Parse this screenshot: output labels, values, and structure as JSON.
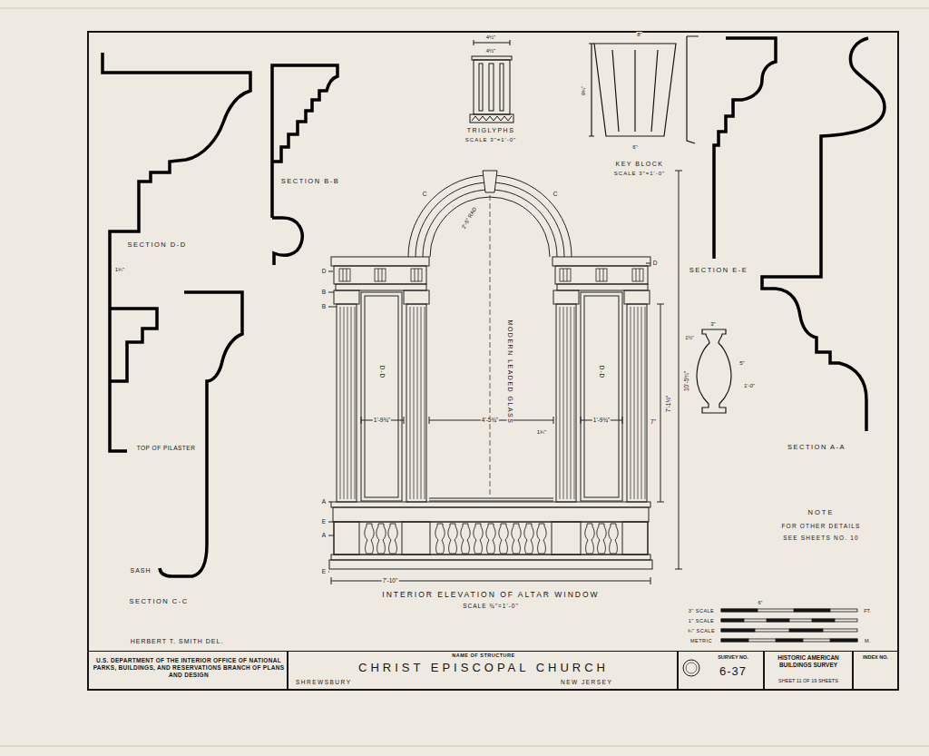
{
  "diagram": {
    "nodes": [
      {
        "text": [
          "U.S. DEPARTMENT OF THE INTERIOR OFFICE OF NATIONAL PARKS, BUILDINGS, AND RESERVATIONS BRANCH OF PLANS AND DESIGN"
        ]
      },
      {
        "text": [
          "NAME OF STRUCTURE",
          "CHRIST EPISCOPAL CHURCH",
          "SHREWSBURY",
          "NEW JERSEY"
        ]
      },
      {
        "text": [
          "SURVEY NO.",
          "6-37"
        ]
      },
      {
        "text": [
          "HISTORIC AMERICAN BUILDINGS SURVEY",
          "SHEET 11 OF 19 SHEETS"
        ]
      },
      {
        "text": [
          "INDEX NO."
        ]
      }
    ],
    "labels": [
      "SECTION D-D",
      "1¾\"",
      "TOP OF PILASTER",
      "SASH",
      "SECTION C-C",
      "SECTION B-B",
      "4½\"",
      "4½\"",
      "TRIGLYPHS",
      "SCALE 3\"=1'-0\"",
      "8\"",
      "9¾\"",
      "6\"",
      "KEY BLOCK",
      "SCALE 3\"=1'-0\"",
      "SECTION E-E",
      "3\"",
      "1½\"",
      "5\"",
      "1'-0\"",
      "SECTION A-A",
      "NOTE",
      "FOR OTHER DETAILS",
      "SEE SHEETS NO. 10",
      "D",
      "B",
      "B",
      "A",
      "E",
      "A",
      "E",
      "D",
      "C",
      "C",
      "2'-5\" RAD",
      "MODERN LEADED GLASS",
      "D-D",
      "D-D",
      "1'-9¾\"",
      "4'-5¾\"",
      "1'-9¾\"",
      "1¾\"",
      "7\"",
      "7'-1½\"",
      "10'-5¾\"",
      "7'-10\"",
      "INTERIOR ELEVATION OF ALTAR WINDOW",
      "SCALE ¾\"=1'-0\"",
      "HERBERT T. SMITH DEL.",
      "3\" SCALE",
      "1\" SCALE",
      "¾\" SCALE",
      "METRIC",
      "6\"",
      "FT.",
      "M."
    ]
  }
}
